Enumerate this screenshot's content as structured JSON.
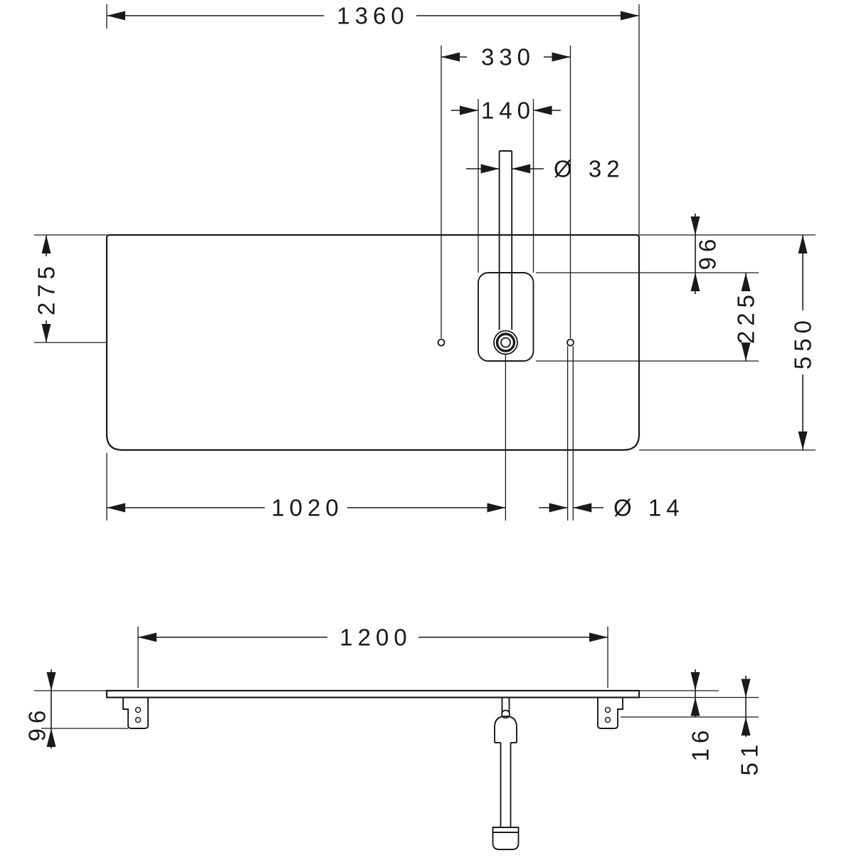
{
  "colors": {
    "line": "#1a1a1a",
    "background": "#ffffff"
  },
  "top_view": {
    "overall_width": "1360",
    "hole_spacing": "330",
    "cutout_width": "140",
    "tap_hole_diameter": "Ø 32",
    "back_to_hole_axis": "275",
    "back_to_cutout": "96",
    "cutout_length": "225",
    "overall_depth": "550",
    "left_to_drain": "1020",
    "fixing_hole_diameter": "Ø 14"
  },
  "front_view": {
    "bracket_spacing": "1200",
    "console_with_bracket_height": "96",
    "plate_thickness": "16",
    "bracket_height": "51"
  }
}
